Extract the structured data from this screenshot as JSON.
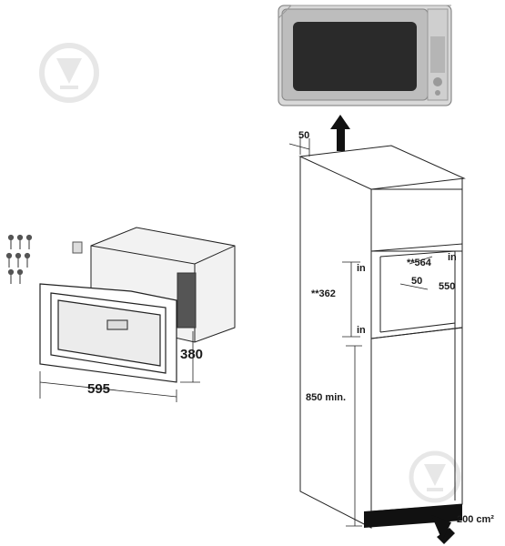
{
  "figure": {
    "dimensions": {
      "frame_width": "595",
      "frame_depth": "380",
      "top_gap": "50",
      "niche_depth": "**564",
      "niche_width": "550",
      "niche_height": "**362",
      "inner_gap": "50",
      "min_height": "850 min.",
      "vent_area": "200 cm²",
      "unit_in_top": "in",
      "unit_in_bottom": "in",
      "unit_in_right": "in"
    },
    "icons": [
      "watermark-icon",
      "arrow-up-icon",
      "arrow-in-icon",
      "screw-icon"
    ]
  }
}
